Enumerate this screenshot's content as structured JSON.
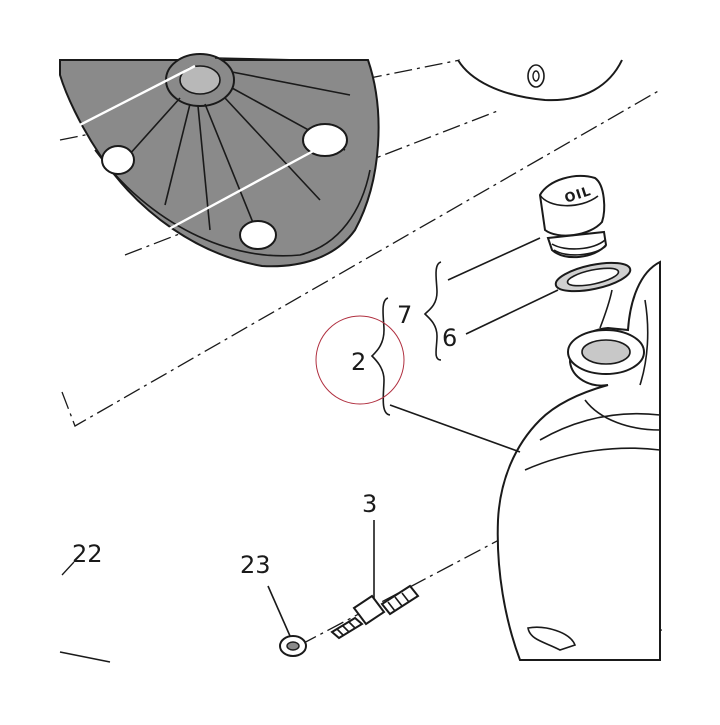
{
  "callouts": {
    "oil_cap_label": "7",
    "seal_ring_label": "6",
    "assembly_label": "2",
    "stud_label": "3",
    "washer_label": "23",
    "edge_part_label": "22"
  },
  "cap_marking": "OIL",
  "highlight_circle_color": "#b03040"
}
